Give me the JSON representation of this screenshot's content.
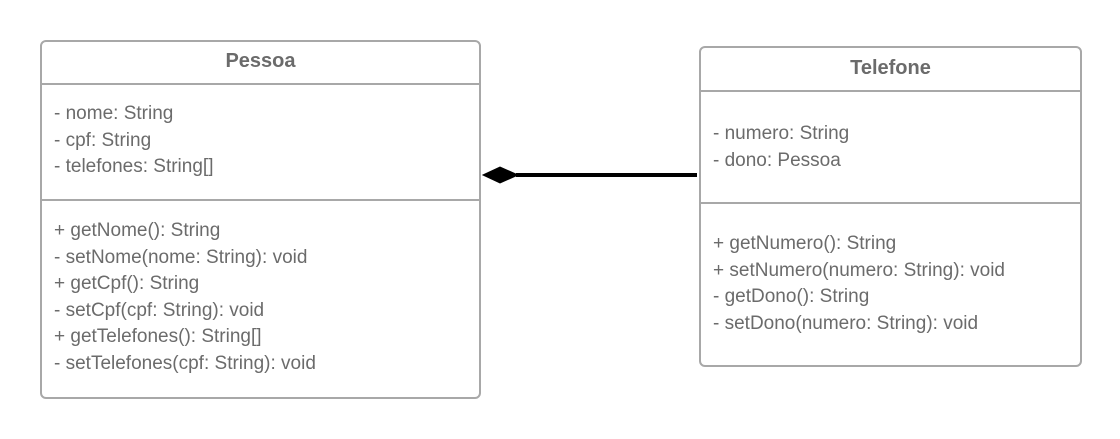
{
  "classes": [
    {
      "name": "Pessoa",
      "attributes": [
        "- nome: String",
        "- cpf: String",
        "- telefones: String[]"
      ],
      "methods": [
        "+ getNome(): String",
        "- setNome(nome: String): void",
        "+ getCpf(): String",
        "- setCpf(cpf: String): void",
        "+ getTelefones(): String[]",
        "- setTelefones(cpf: String): void"
      ]
    },
    {
      "name": "Telefone",
      "attributes": [
        "- numero: String",
        "- dono: Pessoa"
      ],
      "methods": [
        "+ getNumero(): String",
        "+ setNumero(numero: String): void",
        "- getDono(): String",
        "- setDono(numero: String): void"
      ]
    }
  ],
  "relationship": {
    "type": "composition",
    "from": "Pessoa",
    "to": "Telefone"
  },
  "colors": {
    "border": "#a8a8a8",
    "text": "#6b6b6b",
    "connector": "#000000"
  }
}
